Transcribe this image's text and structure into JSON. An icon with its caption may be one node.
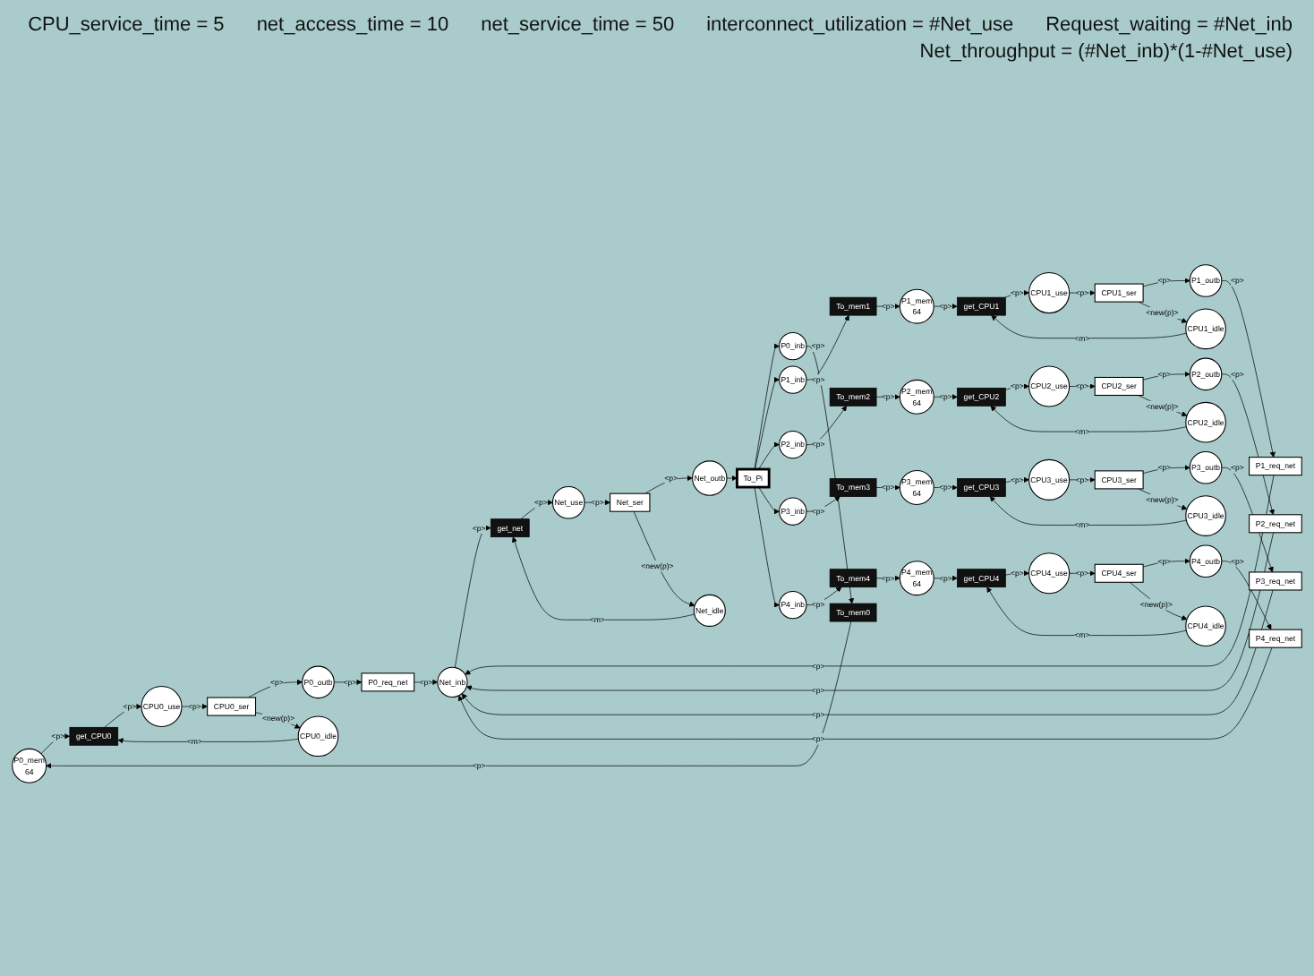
{
  "diagram": {
    "nodes": [
      {
        "text": [
          "P0_mem",
          "64"
        ]
      },
      {
        "text": [
          "get_CPU0"
        ]
      },
      {
        "text": [
          "CPU0_use"
        ]
      },
      {
        "text": [
          "CPU0_ser"
        ]
      },
      {
        "text": [
          "P0_outb"
        ]
      },
      {
        "text": [
          "P0_req_net"
        ]
      },
      {
        "text": [
          "Net_inb"
        ]
      },
      {
        "text": [
          "get_net"
        ]
      },
      {
        "text": [
          "Net_use"
        ]
      },
      {
        "text": [
          "Net_ser"
        ]
      },
      {
        "text": [
          "Net_outb"
        ]
      },
      {
        "text": [
          "P0_inb"
        ]
      },
      {
        "text": [
          "To_mem0"
        ]
      },
      {
        "text": [
          "CPU0_idle"
        ]
      },
      {
        "text": [
          "Net_idle"
        ]
      },
      {
        "text": [
          "To_Pi"
        ]
      },
      {
        "text": [
          "P1_mem",
          "64"
        ]
      },
      {
        "text": [
          "get_CPU1"
        ]
      },
      {
        "text": [
          "CPU1_use"
        ]
      },
      {
        "text": [
          "CPU1_ser"
        ]
      },
      {
        "text": [
          "P1_outb"
        ]
      },
      {
        "text": [
          "P1_req_net"
        ]
      },
      {
        "text": [
          "P1_inb"
        ]
      },
      {
        "text": [
          "To_mem1"
        ]
      },
      {
        "text": [
          "CPU1_idle"
        ]
      },
      {
        "text": [
          "P2_mem",
          "64"
        ]
      },
      {
        "text": [
          "get_CPU2"
        ]
      },
      {
        "text": [
          "CPU2_use"
        ]
      },
      {
        "text": [
          "CPU2_ser"
        ]
      },
      {
        "text": [
          "P2_outb"
        ]
      },
      {
        "text": [
          "P2_req_net"
        ]
      },
      {
        "text": [
          "P2_inb"
        ]
      },
      {
        "text": [
          "To_mem2"
        ]
      },
      {
        "text": [
          "CPU2_idle"
        ]
      },
      {
        "text": [
          "P3_mem",
          "64"
        ]
      },
      {
        "text": [
          "get_CPU3"
        ]
      },
      {
        "text": [
          "CPU3_use"
        ]
      },
      {
        "text": [
          "CPU3_ser"
        ]
      },
      {
        "text": [
          "P3_outb"
        ]
      },
      {
        "text": [
          "P3_req_net"
        ]
      },
      {
        "text": [
          "P3_inb"
        ]
      },
      {
        "text": [
          "To_mem3"
        ]
      },
      {
        "text": [
          "CPU3_idle"
        ]
      },
      {
        "text": [
          "P4_mem",
          "64"
        ]
      },
      {
        "text": [
          "get_CPU4"
        ]
      },
      {
        "text": [
          "CPU4_use"
        ]
      },
      {
        "text": [
          "CPU4_ser"
        ]
      },
      {
        "text": [
          "P4_outb"
        ]
      },
      {
        "text": [
          "P4_req_net"
        ]
      },
      {
        "text": [
          "P4_inb"
        ]
      },
      {
        "text": [
          "To_mem4"
        ]
      },
      {
        "text": [
          "CPU4_idle"
        ]
      }
    ],
    "edges": [
      {
        "from": 0,
        "to": 1,
        "arrow": "to",
        "label": "<p>"
      },
      {
        "from": 1,
        "to": 2,
        "arrow": "to",
        "label": "<p>"
      },
      {
        "from": 2,
        "to": 3,
        "arrow": "to",
        "label": "<p>"
      },
      {
        "from": 3,
        "to": 4,
        "arrow": "to",
        "label": "<p>"
      },
      {
        "from": 4,
        "to": 5,
        "arrow": "to",
        "label": "<p>"
      },
      {
        "from": 5,
        "to": 6,
        "arrow": "to",
        "label": "<p>"
      },
      {
        "from": 6,
        "to": 7,
        "arrow": "to",
        "label": "<p>"
      },
      {
        "from": 7,
        "to": 8,
        "arrow": "to",
        "label": "<p>"
      },
      {
        "from": 8,
        "to": 9,
        "arrow": "to",
        "label": "<p>"
      },
      {
        "from": 9,
        "to": 10,
        "arrow": "to",
        "label": "<p>"
      },
      {
        "from": 11,
        "to": 12,
        "arrow": "to",
        "label": "<p>"
      },
      {
        "from": 12,
        "to": 0,
        "arrow": "to",
        "label": "<p>"
      },
      {
        "from": 3,
        "to": 13,
        "arrow": "to",
        "label": "<new(p)>"
      },
      {
        "from": 13,
        "to": 1,
        "arrow": "to",
        "label": "<m>"
      },
      {
        "from": 9,
        "to": 14,
        "arrow": "to",
        "label": "<new(p)>"
      },
      {
        "from": 14,
        "to": 7,
        "arrow": "to",
        "label": "<m>"
      },
      {
        "from": 10,
        "to": 15,
        "arrow": "to"
      },
      {
        "from": 15,
        "to": 11,
        "arrow": "to"
      },
      {
        "from": 16,
        "to": 17,
        "arrow": "to",
        "label": "<p>"
      },
      {
        "from": 17,
        "to": 18,
        "arrow": "to",
        "label": "<p>"
      },
      {
        "from": 18,
        "to": 19,
        "arrow": "to",
        "label": "<p>"
      },
      {
        "from": 19,
        "to": 20,
        "arrow": "to",
        "label": "<p>"
      },
      {
        "from": 20,
        "to": 21,
        "arrow": "to",
        "label": "<p>"
      },
      {
        "from": 21,
        "to": 6,
        "arrow": "to",
        "label": "<p>"
      },
      {
        "from": 22,
        "to": 23,
        "arrow": "to",
        "label": "<p>"
      },
      {
        "from": 23,
        "to": 16,
        "arrow": "to",
        "label": "<p>"
      },
      {
        "from": 19,
        "to": 24,
        "arrow": "to",
        "label": "<new(p)>"
      },
      {
        "from": 24,
        "to": 17,
        "arrow": "to",
        "label": "<m>"
      },
      {
        "from": 15,
        "to": 22,
        "arrow": "to"
      },
      {
        "from": 25,
        "to": 26,
        "arrow": "to",
        "label": "<p>"
      },
      {
        "from": 26,
        "to": 27,
        "arrow": "to",
        "label": "<p>"
      },
      {
        "from": 27,
        "to": 28,
        "arrow": "to",
        "label": "<p>"
      },
      {
        "from": 28,
        "to": 29,
        "arrow": "to",
        "label": "<p>"
      },
      {
        "from": 29,
        "to": 30,
        "arrow": "to",
        "label": "<p>"
      },
      {
        "from": 30,
        "to": 6,
        "arrow": "to",
        "label": "<p>"
      },
      {
        "from": 31,
        "to": 32,
        "arrow": "to",
        "label": "<p>"
      },
      {
        "from": 32,
        "to": 25,
        "arrow": "to",
        "label": "<p>"
      },
      {
        "from": 28,
        "to": 33,
        "arrow": "to",
        "label": "<new(p)>"
      },
      {
        "from": 33,
        "to": 26,
        "arrow": "to",
        "label": "<m>"
      },
      {
        "from": 15,
        "to": 31,
        "arrow": "to"
      },
      {
        "from": 34,
        "to": 35,
        "arrow": "to",
        "label": "<p>"
      },
      {
        "from": 35,
        "to": 36,
        "arrow": "to",
        "label": "<p>"
      },
      {
        "from": 36,
        "to": 37,
        "arrow": "to",
        "label": "<p>"
      },
      {
        "from": 37,
        "to": 38,
        "arrow": "to",
        "label": "<p>"
      },
      {
        "from": 38,
        "to": 39,
        "arrow": "to",
        "label": "<p>"
      },
      {
        "from": 39,
        "to": 6,
        "arrow": "to",
        "label": "<p>"
      },
      {
        "from": 40,
        "to": 41,
        "arrow": "to",
        "label": "<p>"
      },
      {
        "from": 41,
        "to": 34,
        "arrow": "to",
        "label": "<p>"
      },
      {
        "from": 37,
        "to": 42,
        "arrow": "to",
        "label": "<new(p)>"
      },
      {
        "from": 42,
        "to": 35,
        "arrow": "to",
        "label": "<m>"
      },
      {
        "from": 15,
        "to": 40,
        "arrow": "to"
      },
      {
        "from": 43,
        "to": 44,
        "arrow": "to",
        "label": "<p>"
      },
      {
        "from": 44,
        "to": 45,
        "arrow": "to",
        "label": "<p>"
      },
      {
        "from": 45,
        "to": 46,
        "arrow": "to",
        "label": "<p>"
      },
      {
        "from": 46,
        "to": 47,
        "arrow": "to",
        "label": "<p>"
      },
      {
        "from": 47,
        "to": 48,
        "arrow": "to",
        "label": "<p>"
      },
      {
        "from": 48,
        "to": 6,
        "arrow": "to",
        "label": "<p>"
      },
      {
        "from": 49,
        "to": 50,
        "arrow": "to",
        "label": "<p>"
      },
      {
        "from": 50,
        "to": 43,
        "arrow": "to",
        "label": "<p>"
      },
      {
        "from": 46,
        "to": 51,
        "arrow": "to",
        "label": "<new(p)>"
      },
      {
        "from": 51,
        "to": 44,
        "arrow": "to",
        "label": "<m>"
      },
      {
        "from": 15,
        "to": 49,
        "arrow": "to"
      }
    ],
    "labels": [
      "CPU_service_time = 5",
      "net_access_time = 10",
      "net_service_time = 50",
      "interconnect_utilization = #Net_use",
      "Request_waiting = #Net_inb",
      "Net_throughput = (#Net_inb)*(1-#Net_use)"
    ]
  }
}
